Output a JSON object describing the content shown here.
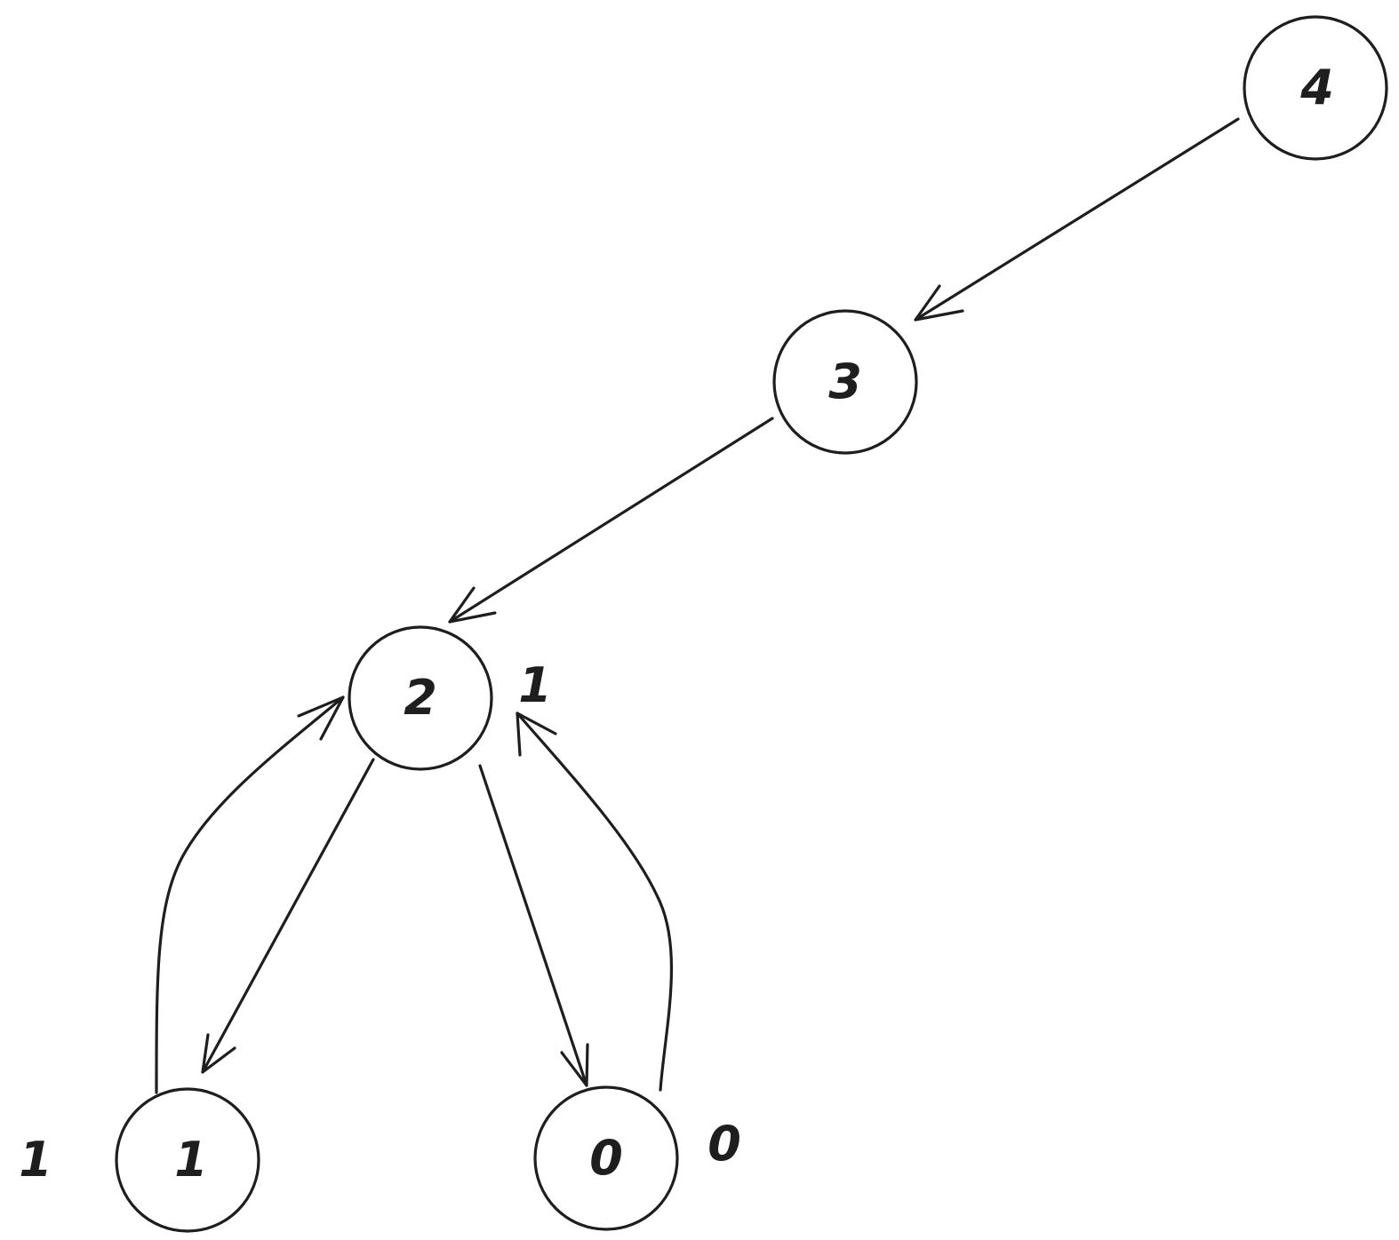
{
  "nodes": [
    {
      "label": "4"
    },
    {
      "label": "3"
    },
    {
      "label": "2"
    },
    {
      "label": "1"
    },
    {
      "label": "0"
    }
  ],
  "annotations": [
    {
      "label": "1"
    },
    {
      "label": "1"
    },
    {
      "label": "0"
    }
  ],
  "edges": [
    {
      "from": "4",
      "to": "3"
    },
    {
      "from": "3",
      "to": "2"
    },
    {
      "from": "2",
      "to": "1"
    },
    {
      "from": "1",
      "to": "2"
    },
    {
      "from": "2",
      "to": "0"
    },
    {
      "from": "0",
      "to": "2"
    }
  ],
  "colors": {
    "ink": "#1e1e1e",
    "background": "#ffffff"
  }
}
